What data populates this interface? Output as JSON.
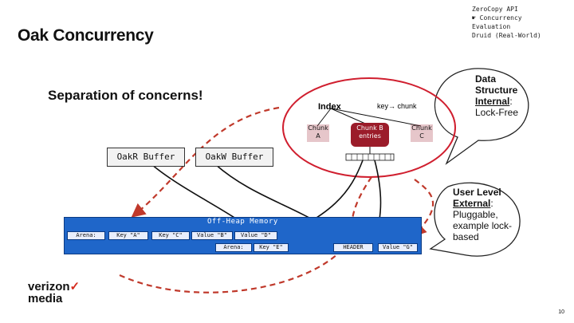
{
  "slide": {
    "title": "Oak Concurrency",
    "subtitle": "Separation of concerns!",
    "page_number": "10"
  },
  "top_note": [
    "ZeroCopy API",
    "☛ Concurrency",
    "Evaluation",
    "Druid (Real-World)"
  ],
  "buffers": {
    "oakr": "OakR Buffer",
    "oakw": "OakW Buffer"
  },
  "index": {
    "label": "Index",
    "mapping": "key→ chunk",
    "chunk_a": "Chunk A",
    "chunk_b": "Chunk B entries",
    "chunk_c": "Chunk C"
  },
  "heap": {
    "label": "Off-Heap Memory",
    "cells": {
      "arena1": "Arena:",
      "key_a": "Key \"A\"",
      "key_c": "Key \"C\"",
      "value_b": "Value \"B\"",
      "value_d": "Value \"D\"",
      "arena2": "Arena:",
      "key_e": "Key \"E\"",
      "header": "HEADER",
      "value_g": "Value \"G\""
    }
  },
  "callouts": {
    "internal": {
      "line1": "Data",
      "line2": "Structure",
      "line3": "Internal",
      "suffix": ":",
      "line4": "Lock-Free"
    },
    "external": {
      "line1": "User Level",
      "line2": "External",
      "suffix": ":",
      "line3": "Pluggable,",
      "line4": "example lock-",
      "line5": "based"
    }
  },
  "logo": {
    "line1": "verizon",
    "mark": "✓",
    "line2": "media"
  },
  "colors": {
    "heap_blue": "#1f66c9",
    "oval_red": "#d01f2f",
    "chunk_fill": "#9b1c2a"
  }
}
